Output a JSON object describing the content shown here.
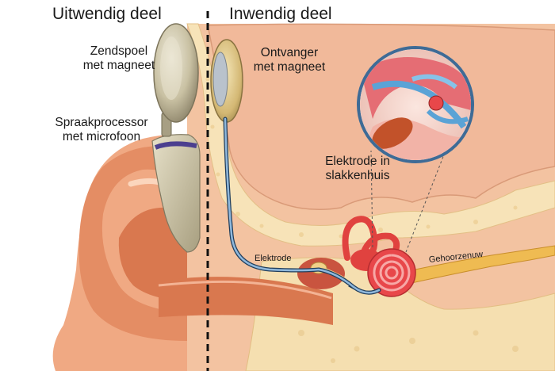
{
  "headings": {
    "external": "Uitwendig deel",
    "internal": "Inwendig deel"
  },
  "labels": {
    "transmitter_coil": [
      "Zendspoel",
      "met magneet"
    ],
    "receiver": [
      "Ontvanger",
      "met magneet"
    ],
    "speech_processor": [
      "Spraakprocessor",
      "met microfoon"
    ],
    "cochlea_electrode": [
      "Elektrode in",
      "slakkenhuis"
    ],
    "electrode": "Elektrode",
    "auditory_nerve": "Gehoorzenuw"
  },
  "colors": {
    "skin": "#f0a983",
    "skin_dark": "#d9784f",
    "tissue": "#f3c3a1",
    "bone": "#f7e3b8",
    "cochlea": "#e8474a",
    "device": "#cfc7a9",
    "divider": "#111111"
  }
}
